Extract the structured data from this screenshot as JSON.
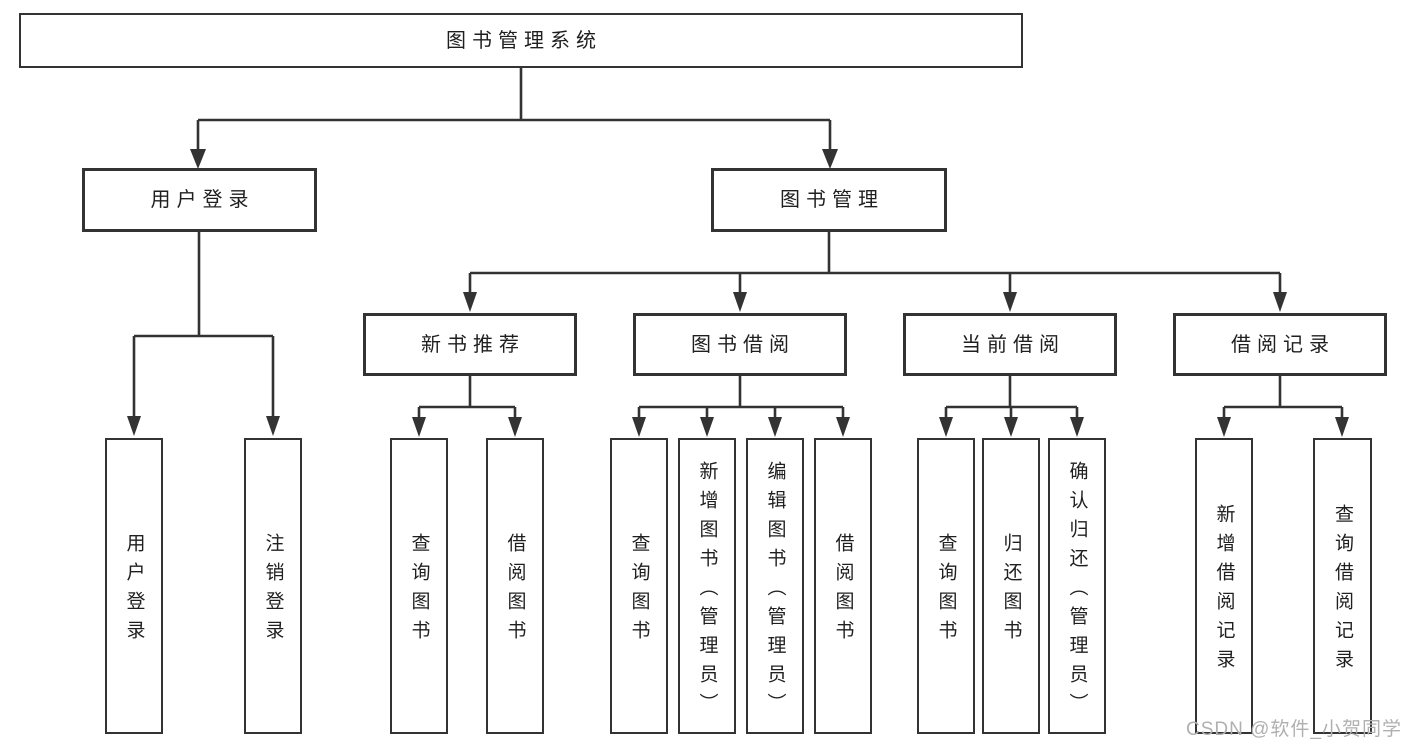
{
  "tree": {
    "root": {
      "label": "图书管理系统",
      "children": [
        {
          "label": "用户登录",
          "children": [
            {
              "label": "用户登录"
            },
            {
              "label": "注销登录"
            }
          ]
        },
        {
          "label": "图书管理",
          "children": [
            {
              "label": "新书推荐",
              "children": [
                {
                  "label": "查询图书"
                },
                {
                  "label": "借阅图书"
                }
              ]
            },
            {
              "label": "图书借阅",
              "children": [
                {
                  "label": "查询图书"
                },
                {
                  "label": "新增图书（管理员）"
                },
                {
                  "label": "编辑图书（管理员）"
                },
                {
                  "label": "借阅图书"
                }
              ]
            },
            {
              "label": "当前借阅",
              "children": [
                {
                  "label": "查询图书"
                },
                {
                  "label": "归还图书"
                },
                {
                  "label": "确认归还（管理员）"
                }
              ]
            },
            {
              "label": "借阅记录",
              "children": [
                {
                  "label": "新增借阅记录"
                },
                {
                  "label": "查询借阅记录"
                }
              ]
            }
          ]
        }
      ]
    }
  },
  "watermark": {
    "text": "CSDN @软件_小贺同学"
  },
  "colors": {
    "line": "#333333",
    "text": "#1f1f1f",
    "box_background": "#ffffff",
    "page_background": "#ffffff",
    "watermark": "#b0b0b0"
  }
}
